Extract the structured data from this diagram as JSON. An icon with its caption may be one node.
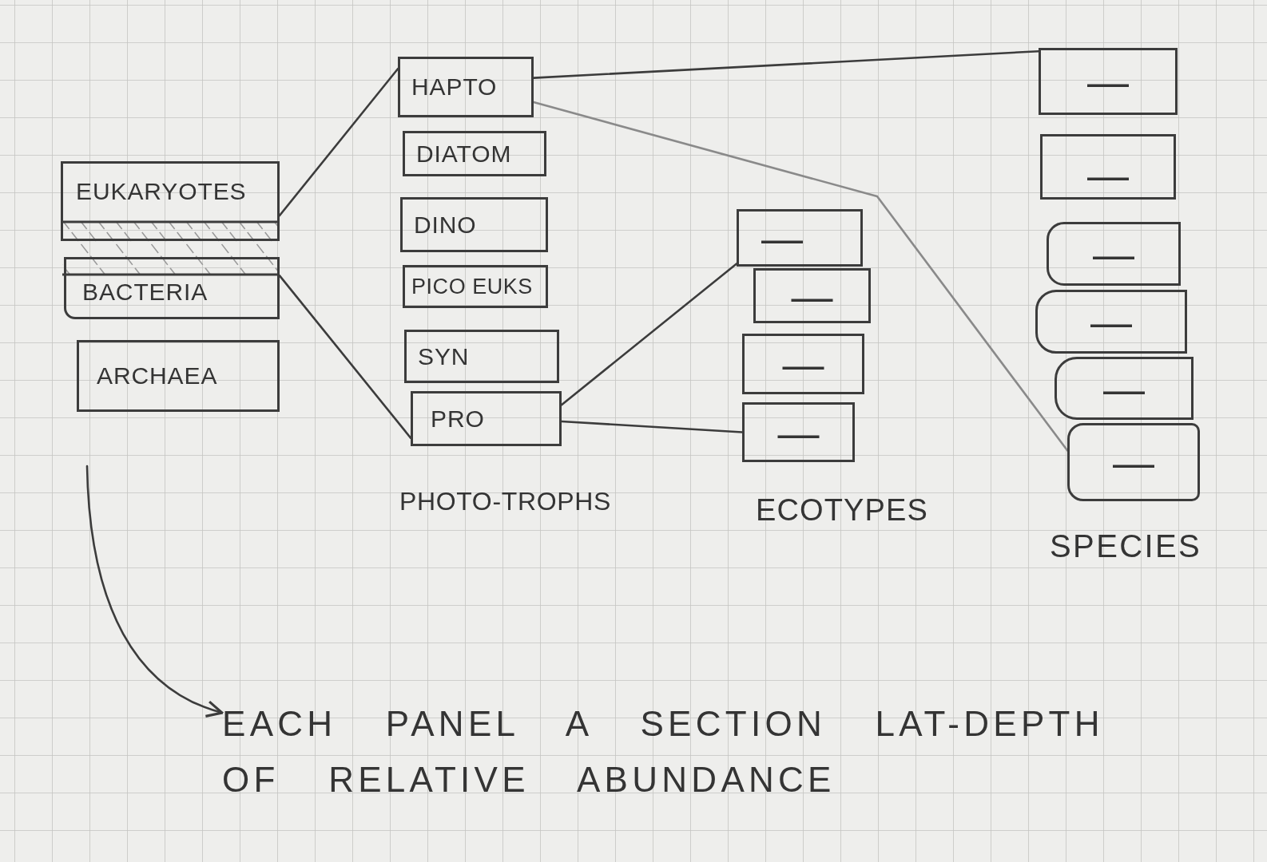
{
  "diagram": {
    "nodes": [
      {
        "text": [
          "EUKARYOTES"
        ]
      },
      {
        "text": [
          "BACTERIA"
        ]
      },
      {
        "text": [
          "ARCHAEA"
        ]
      },
      {
        "text": [
          "HAPTO"
        ]
      },
      {
        "text": [
          "DIATOM"
        ]
      },
      {
        "text": [
          "DINO"
        ]
      },
      {
        "text": [
          "PICO EUKS"
        ]
      },
      {
        "text": [
          "SYN"
        ]
      },
      {
        "text": [
          "PRO"
        ]
      },
      {
        "text": [
          "—"
        ]
      },
      {
        "text": [
          "—"
        ]
      },
      {
        "text": [
          "—"
        ]
      },
      {
        "text": [
          "—"
        ]
      },
      {
        "text": [
          "—"
        ]
      },
      {
        "text": [
          "—"
        ]
      },
      {
        "text": [
          "—"
        ]
      },
      {
        "text": [
          "—"
        ]
      },
      {
        "text": [
          "—"
        ]
      },
      {
        "text": [
          "—"
        ]
      },
      {
        "text": [
          "EACH PANEL A SECTION LAT-DEPTH OF RELATIVE ABUNDANCE"
        ]
      }
    ],
    "edges": [
      {
        "from": 0,
        "to": 3,
        "arrow": "none"
      },
      {
        "from": 1,
        "to": 8,
        "arrow": "none"
      },
      {
        "from": 3,
        "to": 13,
        "arrow": "none"
      },
      {
        "from": 3,
        "to": 18,
        "arrow": "none",
        "color": "#8a8a8a"
      },
      {
        "from": 8,
        "to": 9,
        "arrow": "none"
      },
      {
        "from": 8,
        "to": 12,
        "arrow": "none"
      },
      {
        "from": null,
        "to": 19,
        "arrow": "to"
      }
    ],
    "labels": [
      "PHOTO-TROPHS",
      "ECOTYPES",
      "SPECIES"
    ]
  }
}
